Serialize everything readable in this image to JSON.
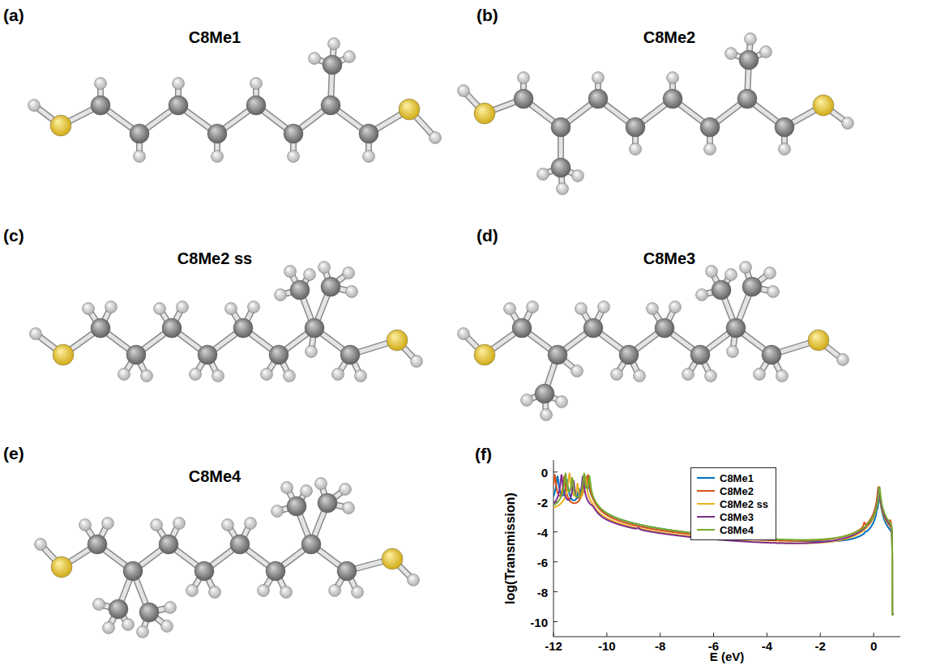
{
  "diagram": {
    "labels": [
      "(a)",
      "C8Me1",
      "(b)",
      "C8Me2",
      "(c)",
      "C8Me2 ss",
      "(d)",
      "C8Me3",
      "(e)",
      "C8Me4",
      "(f)",
      "log(Transmission)",
      "E (eV)",
      "0",
      "-2",
      "-4",
      "-6",
      "-8",
      "-10",
      "-12",
      "-10",
      "-8",
      "-6",
      "-4",
      "-2",
      "0"
    ],
    "legend": [
      {
        "text": "C8Me1",
        "color": "#0072bd"
      },
      {
        "text": "C8Me2",
        "color": "#d95319"
      },
      {
        "text": "C8Me2 ss",
        "color": "#edb120"
      },
      {
        "text": "C8Me3",
        "color": "#7e2f8e"
      },
      {
        "text": "C8Me4",
        "color": "#77ac30"
      }
    ]
  }
}
